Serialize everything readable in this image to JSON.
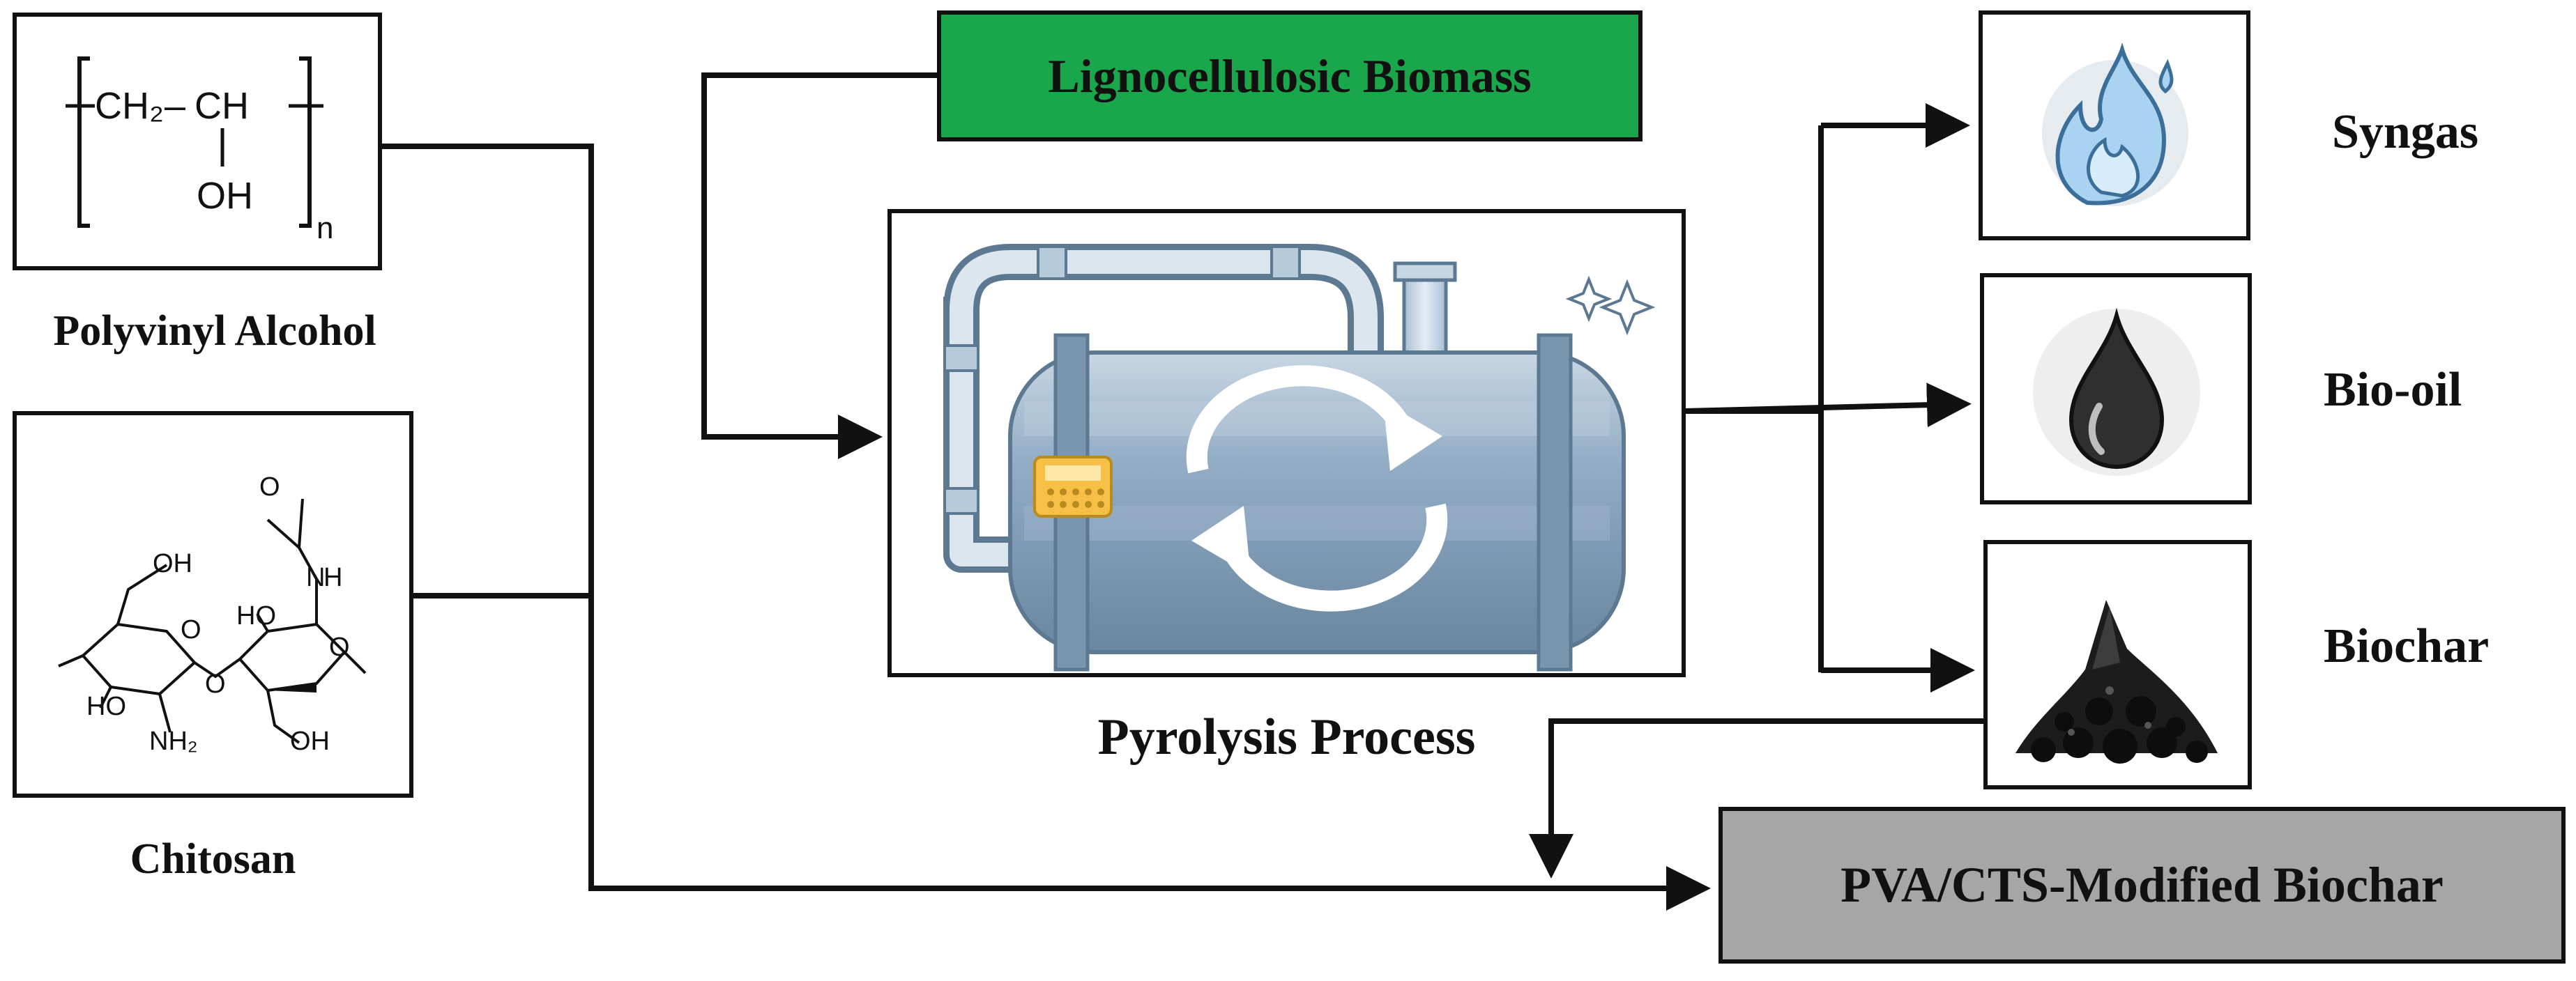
{
  "diagram": {
    "pva": {
      "label": "Polyvinyl Alcohol",
      "formula": {
        "ch2": "CH₂",
        "dash": "–",
        "ch": "CH",
        "oh": "OH",
        "n": "n"
      }
    },
    "chitosan": {
      "label": "Chitosan",
      "atoms": [
        "OH",
        "HO",
        "NH₂",
        "O",
        "O",
        "HO",
        "N",
        "H",
        "O",
        "OH",
        "O"
      ]
    },
    "biomass": {
      "label": "Lignocellulosic Biomass",
      "color": "#1aa64a"
    },
    "pyrolysis": {
      "label": "Pyrolysis Process"
    },
    "products": [
      {
        "label": "Syngas",
        "icon": "flame-icon"
      },
      {
        "label": "Bio-oil",
        "icon": "oil-drop-icon"
      },
      {
        "label": "Biochar",
        "icon": "char-pile-icon"
      }
    ],
    "modified": {
      "label": "PVA/CTS-Modified Biochar",
      "color": "#a6a6a6"
    }
  }
}
